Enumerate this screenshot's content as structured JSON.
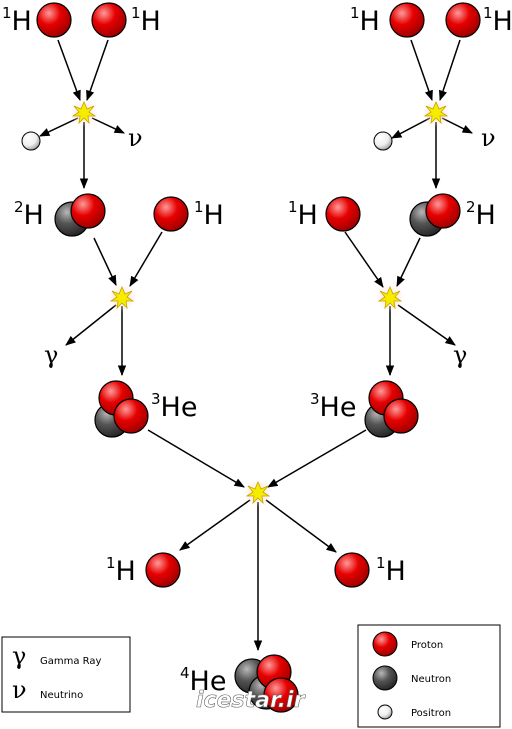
{
  "isotopes": {
    "h1_top_left_a": {
      "mass": "1",
      "symbol": "H"
    },
    "h1_top_left_b": {
      "mass": "1",
      "symbol": "H"
    },
    "h1_top_right_a": {
      "mass": "1",
      "symbol": "H"
    },
    "h1_top_right_b": {
      "mass": "1",
      "symbol": "H"
    },
    "h2_left": {
      "mass": "2",
      "symbol": "H"
    },
    "h1_mid_left": {
      "mass": "1",
      "symbol": "H"
    },
    "h1_mid_right": {
      "mass": "1",
      "symbol": "H"
    },
    "h2_right": {
      "mass": "2",
      "symbol": "H"
    },
    "he3_left": {
      "mass": "3",
      "symbol": "He"
    },
    "he3_right": {
      "mass": "3",
      "symbol": "He"
    },
    "h1_out_left": {
      "mass": "1",
      "symbol": "H"
    },
    "h1_out_right": {
      "mass": "1",
      "symbol": "H"
    },
    "he4": {
      "mass": "4",
      "symbol": "He"
    }
  },
  "emissions": {
    "neutrino": "ν",
    "gamma": "γ"
  },
  "legend_left": {
    "gamma_symbol": "γ",
    "gamma_label": "Gamma Ray",
    "neutrino_symbol": "ν",
    "neutrino_label": "Neutrino"
  },
  "legend_right": {
    "proton_label": "Proton",
    "neutron_label": "Neutron",
    "positron_label": "Positron"
  },
  "watermark": "icestar.ir",
  "colors": {
    "proton": "#e00000",
    "neutron": "#4a4a4a",
    "positron": "#f4f4f4",
    "flash": "#f5ec00"
  }
}
